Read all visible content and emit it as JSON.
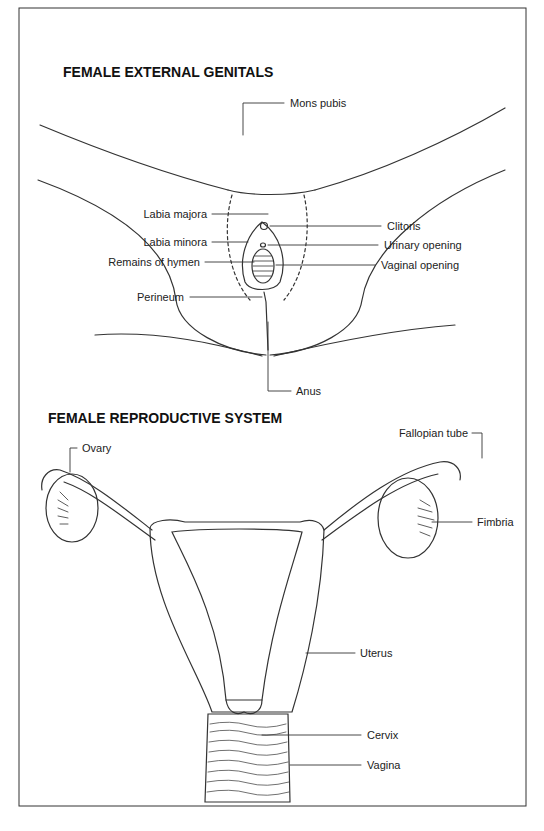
{
  "diagram": {
    "title": "FEMALE EXTERNAL GENITALS",
    "labels": [
      "Mons pubis",
      "Labia majora",
      "Labia minora",
      "Remains of hymen",
      "Perineum",
      "Clitoris",
      "Urinary opening",
      "Vaginal opening",
      "Anus",
      "FEMALE REPRODUCTIVE SYSTEM",
      "Ovary",
      "Fallopian tube",
      "Fimbria",
      "Uterus",
      "Cervix",
      "Vagina"
    ]
  }
}
